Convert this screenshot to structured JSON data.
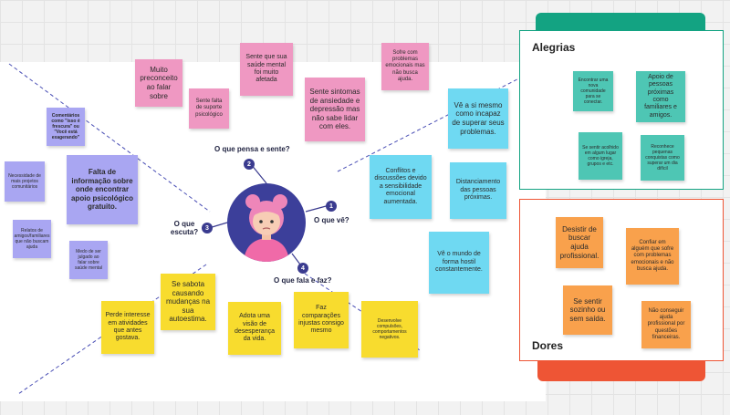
{
  "questions": {
    "think_feel": "O que pensa e sente?",
    "see": "O que vê?",
    "hear": "O que escuta?",
    "say_do": "O que fala e faz?",
    "n1": "1",
    "n2": "2",
    "n3": "3",
    "n4": "4"
  },
  "think_feel_notes": [
    "Muito preconceito ao falar sobre",
    "Sente falta de suporte psicológico",
    "Sente que sua saúde mental foi muito afetada",
    "Sente sintomas de ansiedade e depressão mas não sabe lidar com eles.",
    "Sofre com problemas emocionais mas não busca ajuda."
  ],
  "see_notes": [
    "Vê a si mesmo como incapaz de superar seus problemas.",
    "Conflitos e discussões devido a sensibilidade emocional aumentada.",
    "Distanciamento das pessoas próximas.",
    "Vê o mundo de forma hostil constantemente."
  ],
  "hear_notes": [
    "Comentários como \"isso é frescura\" ou \"Você está exagerando\"",
    "Necessidade de mais projetos comunitários",
    "Falta de informação sobre onde encontrar apoio psicológico gratuito.",
    "Relatos de amigos/familiares que não buscam ajuda",
    "Medo de ser julgado ao falar sobre saúde mental"
  ],
  "say_do_notes": [
    "Perde interesse em atividades que antes gostava.",
    "Se sabota causando mudanças na sua autoestima.",
    "Adota uma visão de desesperança da vida.",
    "Faz comparações injustas consigo mesmo",
    "Desenvolve compulsões, comportamentos negativos."
  ],
  "alegrias": {
    "title": "Alegrias",
    "notes": [
      "Encontrar uma nova comunidade para se conectar.",
      "Apoio de pessoas próximas como familiares e amigos.",
      "Se sentir acolhido em algum lugar como igreja, grupos e etc.",
      "Reconhece pequenas conquistas como superar um dia difícil"
    ]
  },
  "dores": {
    "title": "Dores",
    "notes": [
      "Desistir de buscar ajuda profissional.",
      "Confiar em alguém que sofre com problemas emocionais e não busca ajuda.",
      "Se sentir sozinho ou sem saída.",
      "Não conseguir ajuda profissional por questões financeiras."
    ]
  },
  "colors": {
    "pink": "#ef98c2",
    "blue": "#6fd9f2",
    "violet": "#a9a6f2",
    "yellow": "#f8dc2e",
    "teal": "#4ec6b4",
    "orange": "#f9a14c",
    "alegrias_frame": "#13a382",
    "dores_frame": "#ee5535",
    "avatar_bg": "#3c3f9a"
  }
}
